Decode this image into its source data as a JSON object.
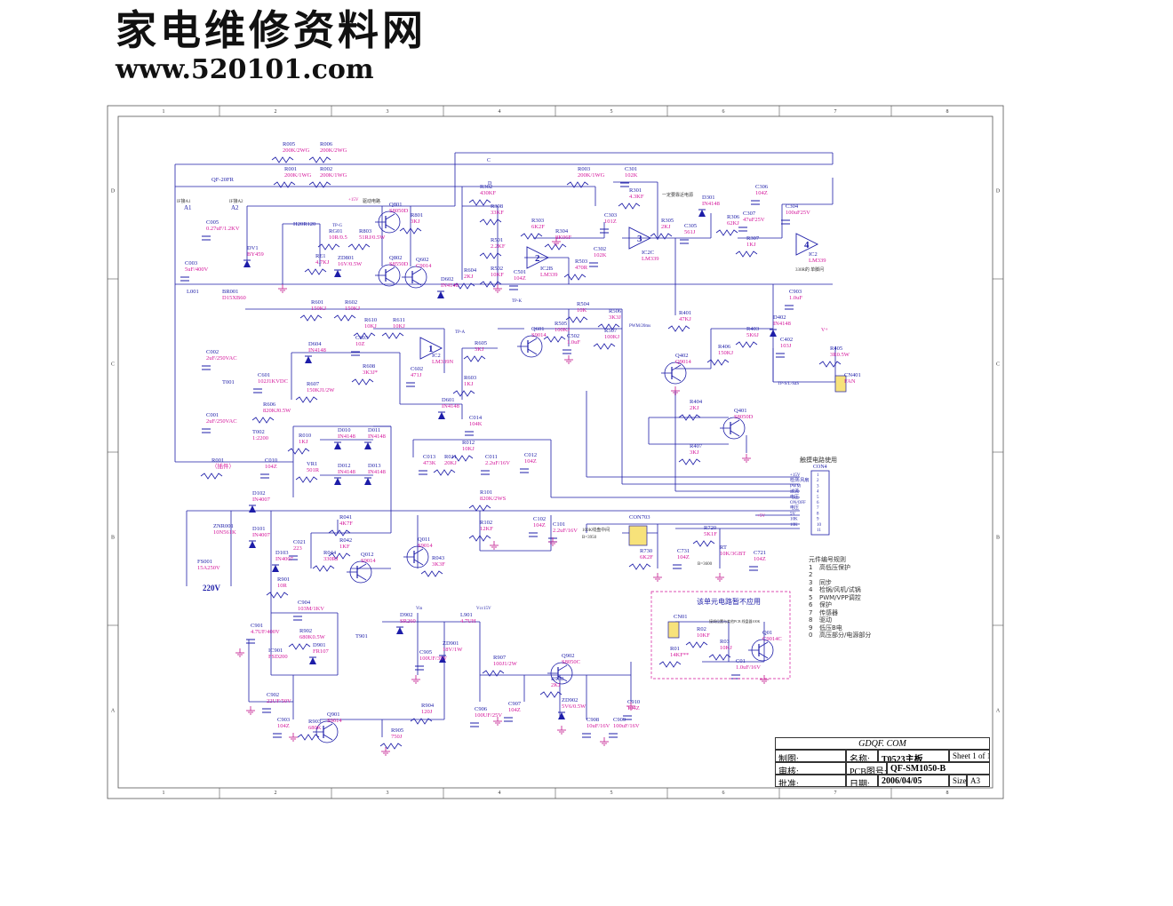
{
  "header": {
    "site_name": "家电维修资料网",
    "site_url": "www.520101.com"
  },
  "colors": {
    "wire": "#1d1da8",
    "label": "#d4149a",
    "ground": "#c0118a",
    "frame": "#555555",
    "note": "#333333"
  },
  "grid": {
    "cols": [
      "1",
      "2",
      "3",
      "4",
      "5",
      "6",
      "7",
      "8"
    ],
    "rows": [
      "D",
      "C",
      "B",
      "A"
    ]
  },
  "components": [
    {
      "ref": "R005",
      "val": "200K/2WG"
    },
    {
      "ref": "R006",
      "val": "200K/2WG"
    },
    {
      "ref": "R001",
      "val": "200K/1WG"
    },
    {
      "ref": "R002",
      "val": "200K/1WG"
    },
    {
      "ref": "R003",
      "val": "200K/1WG"
    },
    {
      "ref": "QF-20FR",
      "val": ""
    },
    {
      "ref": "C005",
      "val": "0.27uF/1.2KV"
    },
    {
      "ref": "H20R120",
      "val": ""
    },
    {
      "ref": "RG01",
      "val": "10R/0.5"
    },
    {
      "ref": "R803",
      "val": "51RJ/0.5W"
    },
    {
      "ref": "Q801",
      "val": "S8050D"
    },
    {
      "ref": "Q802",
      "val": "S8550D"
    },
    {
      "ref": "ZD801",
      "val": "16V/0.5W"
    },
    {
      "ref": "RE1",
      "val": "4.7KJ"
    },
    {
      "ref": "DV1",
      "val": "BY459"
    },
    {
      "ref": "R801",
      "val": "3KJ"
    },
    {
      "ref": "Q602",
      "val": "C9014"
    },
    {
      "ref": "D602",
      "val": "IN4148"
    },
    {
      "ref": "R604",
      "val": "2KJ"
    },
    {
      "ref": "R302",
      "val": "430KF"
    },
    {
      "ref": "R398",
      "val": "33KF"
    },
    {
      "ref": "R303",
      "val": "6K2F"
    },
    {
      "ref": "R304",
      "val": "8K06F"
    },
    {
      "ref": "R501",
      "val": "2.2KF"
    },
    {
      "ref": "R502",
      "val": "10KF"
    },
    {
      "ref": "C501",
      "val": "104Z"
    },
    {
      "ref": "IC2B",
      "val": "LM339"
    },
    {
      "ref": "R503",
      "val": "470R"
    },
    {
      "ref": "C301",
      "val": "102K"
    },
    {
      "ref": "R301",
      "val": "4.3KF"
    },
    {
      "ref": "C303",
      "val": "101Z"
    },
    {
      "ref": "C302",
      "val": "102K"
    },
    {
      "ref": "IC2C",
      "val": "LM339"
    },
    {
      "ref": "R305",
      "val": "2KJ"
    },
    {
      "ref": "D301",
      "val": "IN4148"
    },
    {
      "ref": "C305",
      "val": "561J"
    },
    {
      "ref": "R306",
      "val": "62KJ"
    },
    {
      "ref": "C306",
      "val": "104Z"
    },
    {
      "ref": "C307",
      "val": "47uF25V"
    },
    {
      "ref": "C304",
      "val": "100uF25V"
    },
    {
      "ref": "R307",
      "val": "1KJ"
    },
    {
      "ref": "IC2",
      "val": "LM339"
    },
    {
      "ref": "C903",
      "val": "1.0uF"
    },
    {
      "ref": "C003",
      "val": "5uF/400V"
    },
    {
      "ref": "L001",
      "val": ""
    },
    {
      "ref": "BR001",
      "val": "D15XB60"
    },
    {
      "ref": "R601",
      "val": "150KJ"
    },
    {
      "ref": "R602",
      "val": "150KJ"
    },
    {
      "ref": "R610",
      "val": "10KJ"
    },
    {
      "ref": "R611",
      "val": "10KJ"
    },
    {
      "ref": "C603",
      "val": "10Z"
    },
    {
      "ref": "IC2",
      "val": "LM339N"
    },
    {
      "ref": "R605",
      "val": "3KJ"
    },
    {
      "ref": "Q601",
      "val": "S9014"
    },
    {
      "ref": "R505",
      "val": "100KJ"
    },
    {
      "ref": "R504",
      "val": "10K"
    },
    {
      "ref": "R506",
      "val": "3K3J"
    },
    {
      "ref": "C502",
      "val": "1.0uF"
    },
    {
      "ref": "R507",
      "val": "100KJ"
    },
    {
      "ref": "R401",
      "val": "47KJ"
    },
    {
      "ref": "D402",
      "val": "IN4148"
    },
    {
      "ref": "R403",
      "val": "5K6J"
    },
    {
      "ref": "C402",
      "val": "103J"
    },
    {
      "ref": "R406",
      "val": "150KJ"
    },
    {
      "ref": "Q402",
      "val": "Q9014"
    },
    {
      "ref": "R405",
      "val": "3R0.5W"
    },
    {
      "ref": "CN401",
      "val": "FAN"
    },
    {
      "ref": "C002",
      "val": "2uF/250VAC"
    },
    {
      "ref": "D604",
      "val": "IN4148"
    },
    {
      "ref": "R608",
      "val": "3K3J*"
    },
    {
      "ref": "C602",
      "val": "471J"
    },
    {
      "ref": "R603",
      "val": "1KJ"
    },
    {
      "ref": "D601",
      "val": "IN4148"
    },
    {
      "ref": "C601",
      "val": "102J1KVDC"
    },
    {
      "ref": "R607",
      "val": "150KJ1/2W"
    },
    {
      "ref": "R606",
      "val": "820KJ0.5W"
    },
    {
      "ref": "T001",
      "val": ""
    },
    {
      "ref": "C001",
      "val": "2uF/250VAC"
    },
    {
      "ref": "T002",
      "val": "1:2200"
    },
    {
      "ref": "R010",
      "val": "1KJ"
    },
    {
      "ref": "D010",
      "val": "IN4148"
    },
    {
      "ref": "D011",
      "val": "IN4148"
    },
    {
      "ref": "D012",
      "val": "IN4148"
    },
    {
      "ref": "D013",
      "val": "IN4148"
    },
    {
      "ref": "VR1",
      "val": "501R"
    },
    {
      "ref": "C010",
      "val": "104Z"
    },
    {
      "ref": "C014",
      "val": "104K"
    },
    {
      "ref": "R012",
      "val": "10KJ"
    },
    {
      "ref": "C013",
      "val": "473K"
    },
    {
      "ref": "R011",
      "val": "20KJ"
    },
    {
      "ref": "C011",
      "val": "2.2uF/16V"
    },
    {
      "ref": "C012",
      "val": "104Z"
    },
    {
      "ref": "R404",
      "val": "2KJ"
    },
    {
      "ref": "Q401",
      "val": "S8050D"
    },
    {
      "ref": "R407",
      "val": "3KJ"
    },
    {
      "ref": "R001",
      "val": "（插件）"
    },
    {
      "ref": "D102",
      "val": "IN4007"
    },
    {
      "ref": "ZNR001",
      "val": "10N561K"
    },
    {
      "ref": "D101",
      "val": "IN4007"
    },
    {
      "ref": "FS001",
      "val": "15A250V"
    },
    {
      "ref": "R101",
      "val": "820K/2WS"
    },
    {
      "ref": "R102",
      "val": "12KF"
    },
    {
      "ref": "C102",
      "val": "104Z"
    },
    {
      "ref": "C101",
      "val": "2.2uF/16V"
    },
    {
      "ref": "R041",
      "val": "4K7F"
    },
    {
      "ref": "R042",
      "val": "1KF"
    },
    {
      "ref": "R044",
      "val": "330RJ"
    },
    {
      "ref": "C021",
      "val": "223"
    },
    {
      "ref": "Q011",
      "val": "S9014"
    },
    {
      "ref": "Q012",
      "val": "S9014"
    },
    {
      "ref": "R043",
      "val": "3K3F"
    },
    {
      "ref": "D103",
      "val": "IN4007"
    },
    {
      "ref": "CON703",
      "val": ""
    },
    {
      "ref": "R730",
      "val": "6K2F"
    },
    {
      "ref": "C731",
      "val": "104Z"
    },
    {
      "ref": "R720",
      "val": "5K1F"
    },
    {
      "ref": "RT",
      "val": "10K/3GBT"
    },
    {
      "ref": "C721",
      "val": "104Z"
    },
    {
      "ref": "R901",
      "val": "10R"
    },
    {
      "ref": "C904",
      "val": "103M/1KV"
    },
    {
      "ref": "R902",
      "val": "680K0.5W"
    },
    {
      "ref": "D901",
      "val": "FR107"
    },
    {
      "ref": "C901",
      "val": "4.7UF/400V"
    },
    {
      "ref": "IC901",
      "val": "FSD200"
    },
    {
      "ref": "C902",
      "val": "22UF/50V"
    },
    {
      "ref": "T901",
      "val": ""
    },
    {
      "ref": "D902",
      "val": "SR260"
    },
    {
      "ref": "C905",
      "val": "100UF/35V"
    },
    {
      "ref": "L901",
      "val": "4.7UH"
    },
    {
      "ref": "ZD901",
      "val": "18V/1W"
    },
    {
      "ref": "R907",
      "val": "100J1/2W"
    },
    {
      "ref": "Q902",
      "val": "S8050C"
    },
    {
      "ref": "R908",
      "val": "2KJ"
    },
    {
      "ref": "ZD902",
      "val": "5V6/0.5W"
    },
    {
      "ref": "C906",
      "val": "100UF/25V"
    },
    {
      "ref": "C907",
      "val": "104Z"
    },
    {
      "ref": "C908",
      "val": "10uF/16V"
    },
    {
      "ref": "C909",
      "val": "100uF/16V"
    },
    {
      "ref": "C910",
      "val": "104Z"
    },
    {
      "ref": "R904",
      "val": "120J"
    },
    {
      "ref": "C903",
      "val": "104Z"
    },
    {
      "ref": "R903",
      "val": "680K"
    },
    {
      "ref": "Q901",
      "val": "S9014"
    },
    {
      "ref": "R905",
      "val": "750J"
    },
    {
      "ref": "CN01",
      "val": ""
    },
    {
      "ref": "R02",
      "val": "10KF"
    },
    {
      "ref": "R01",
      "val": "14KF**"
    },
    {
      "ref": "R03",
      "val": "10KJ"
    },
    {
      "ref": "C01",
      "val": "1.0uF/16V"
    },
    {
      "ref": "Q01",
      "val": "C9014C"
    }
  ],
  "texts": {
    "ac_in": "220V",
    "mains_a1": "A1",
    "mains_a2": "A2",
    "mains_note1": "IF接A1",
    "mains_note2": "IF接A2",
    "drive_note": "驱动电路",
    "tp_g": "TP-G",
    "tp_a": "TP-A",
    "tp_k": "TP-K",
    "tp_sl": "TP-S/L-SaS",
    "pwm20": "PWM/20ms",
    "note_pot": "330R的  单脚问",
    "note_igbt": "一定要靠近电源",
    "note_thermistor": "100K线盘中间",
    "note_b": "B=3950",
    "note_b2": "B=3600",
    "vfan": "V+",
    "vcc": "+15V",
    "v5": "+5V",
    "vin": "Vin",
    "vcc15": "Vcc15V",
    "c_label": "C",
    "d_label": "D",
    "unit_note": "该单元电路暂不应用",
    "unit_sub": "接线位置与其他PCB  线盘器100K"
  },
  "connector": {
    "title": "触摸电路使用",
    "name": "CON4",
    "pins": [
      "1",
      "2",
      "3",
      "4",
      "5",
      "6",
      "7",
      "8",
      "9",
      "10",
      "11"
    ],
    "signals": [
      "+15V",
      "检测/风扇",
      "PWM",
      "过流",
      "电压",
      "ON/OFF",
      "电压",
      "5V",
      "10K",
      "10K",
      ""
    ]
  },
  "legend": {
    "title": "元件编号规则",
    "entries": [
      {
        "n": "1",
        "t": "高低压保护"
      },
      {
        "n": "2",
        "t": ""
      },
      {
        "n": "3",
        "t": "同步"
      },
      {
        "n": "4",
        "t": "检锅/风机/试锅"
      },
      {
        "n": "5",
        "t": "PWM/VPP调控"
      },
      {
        "n": "6",
        "t": "保护"
      },
      {
        "n": "7",
        "t": "传感器"
      },
      {
        "n": "8",
        "t": "驱动"
      },
      {
        "n": "9",
        "t": "低压B电"
      },
      {
        "n": "0",
        "t": "高压部分/电源部分"
      }
    ]
  },
  "title_block": {
    "company": "GDQF. COM",
    "drawn_label": "制图:",
    "name_label": "名称:",
    "name_value": "T0523主板",
    "sheet": "Sheet 1 of  1",
    "check_label": "审核:",
    "pcb_label": "PCB图号:",
    "pcb_value": "QF-SM1050-B",
    "approve_label": "批准:",
    "date_label": "日期:",
    "date_value": "2006/04/05",
    "size_label": "Size:",
    "size_value": "A3"
  }
}
